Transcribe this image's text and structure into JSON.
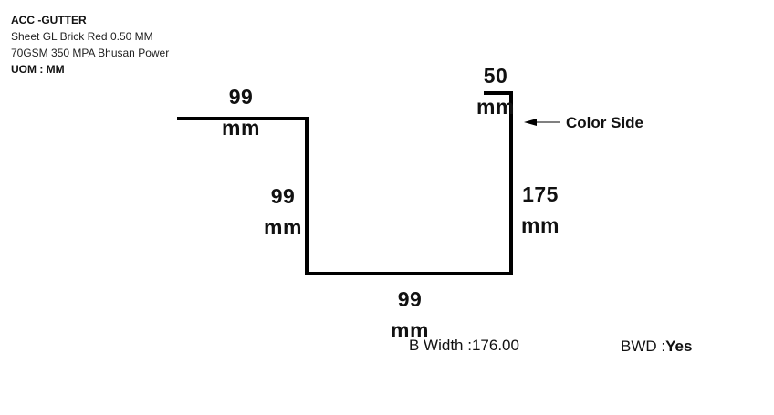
{
  "header": {
    "title": "ACC -GUTTER",
    "line1": "Sheet GL Brick Red 0.50 MM",
    "line2": "70GSM 350 MPA Bhusan Power",
    "uom": "UOM : MM"
  },
  "dimensions": {
    "top_left_flange": {
      "value": "99",
      "unit": "mm"
    },
    "left_wall": {
      "value": "99",
      "unit": "mm"
    },
    "bottom": {
      "value": "99",
      "unit": "mm"
    },
    "right_wall": {
      "value": "175",
      "unit": "mm"
    },
    "top_right_hem": {
      "value": "50",
      "unit": "mm"
    }
  },
  "color_side_label": "Color Side",
  "b_width": {
    "label": "B Width :",
    "value": "176.00"
  },
  "bwd": {
    "label": "BWD :",
    "value": "Yes"
  },
  "colors": {
    "line": "#000000",
    "text": "#111111"
  }
}
